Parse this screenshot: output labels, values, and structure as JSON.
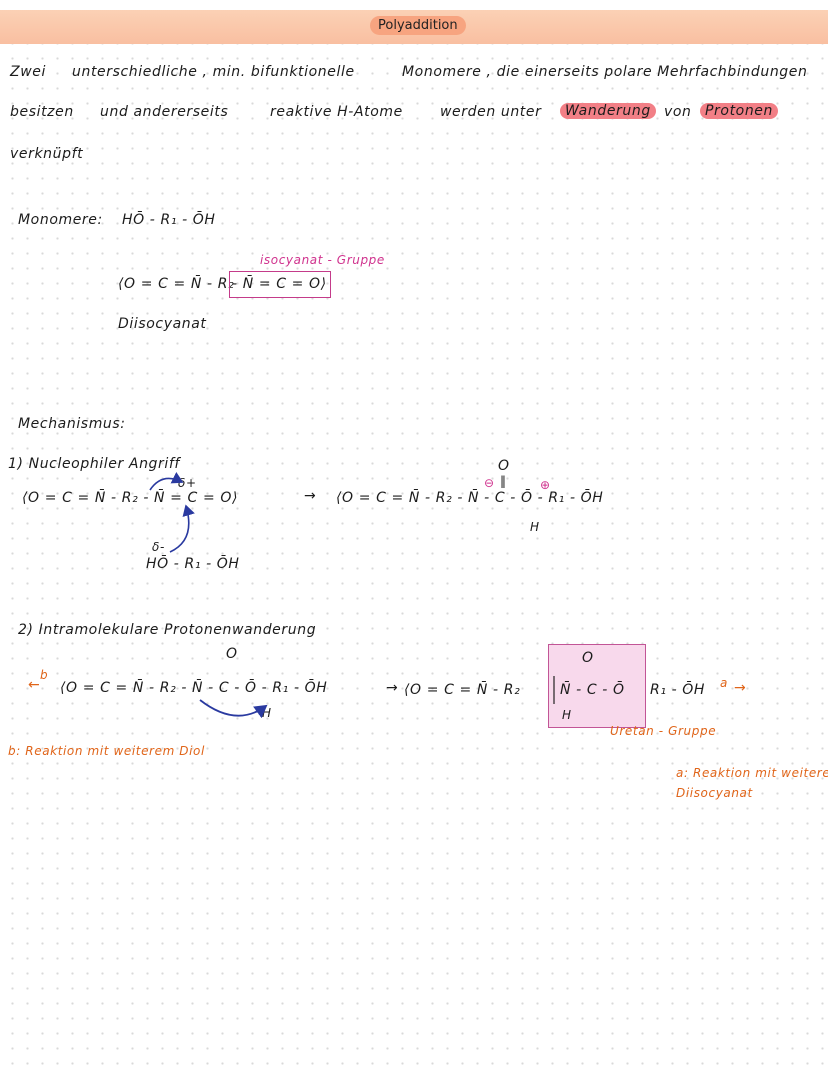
{
  "header": {
    "title": "Polyaddition"
  },
  "intro": {
    "line1": {
      "a": "Zwei",
      "b": "unterschiedliche , min. bifunktionelle",
      "c": "Monomere , die einerseits polare Mehrfachbindungen"
    },
    "line2": {
      "a": "besitzen",
      "b": "und andererseits",
      "c": "reaktive H-Atome",
      "d": "werden unter",
      "highlight1": "Wanderung",
      "e": "von",
      "highlight2": "Protonen"
    },
    "line3": "verknüpft"
  },
  "monomers": {
    "label": "Monomere:",
    "diol": "HŌ - R₁ - ŌH",
    "diiso_left": "⟨O = C = N̄ - R₂",
    "diiso_boxed": "- N̄ = C = O⟩",
    "iso_label": "isocyanat - Gruppe",
    "diiso_label": "Diisocyanat"
  },
  "mechanism": {
    "heading": "Mechanismus:",
    "step1": {
      "title": "1) Nucleophiler Angriff",
      "reactant_iso": "⟨O = C = N̄ - R₂ - N̄ = C = O⟩",
      "delta_plus": "δ+",
      "delta_minus": "δ-",
      "reactant_diol": "HŌ - R₁ - ŌH",
      "arrow": "→",
      "product_left": "⟨O = C = N̄ - R₂ - N̄ - C - Ō - R₁ - ŌH",
      "product_top": "O",
      "product_bond": "‖",
      "product_h": "H",
      "charge_neg": "⊖",
      "charge_pos": "⊕"
    },
    "step2": {
      "title": "2) Intramolekulare Protonenwanderung",
      "back_arrow": "←",
      "back_label": "b",
      "reactant": "⟨O = C = N̄ - R₂ - N̄ - C - Ō - R₁ - ŌH",
      "reactant_top": "O",
      "reactant_h": "H",
      "arrow": "→",
      "product_left": "⟨O = C = N̄ - R₂",
      "product_boxed": "N̄ - C - Ō",
      "product_right": "R₁ - ŌH",
      "product_top": "O",
      "product_h": "H",
      "forward_label": "a",
      "forward_arrow": "→",
      "uretan_label": "Uretan - Gruppe"
    },
    "note_b": "b: Reaktion mit weiterem Diol",
    "note_a_line1": "a: Reaktion mit weiterem",
    "note_a_line2": "Diisocyanat"
  },
  "colors": {
    "accent_orange": "#e0651a",
    "box_pink": "#c43b8a",
    "header_peach": "#f9c3a6",
    "highlight_pink": "#f27f86"
  }
}
